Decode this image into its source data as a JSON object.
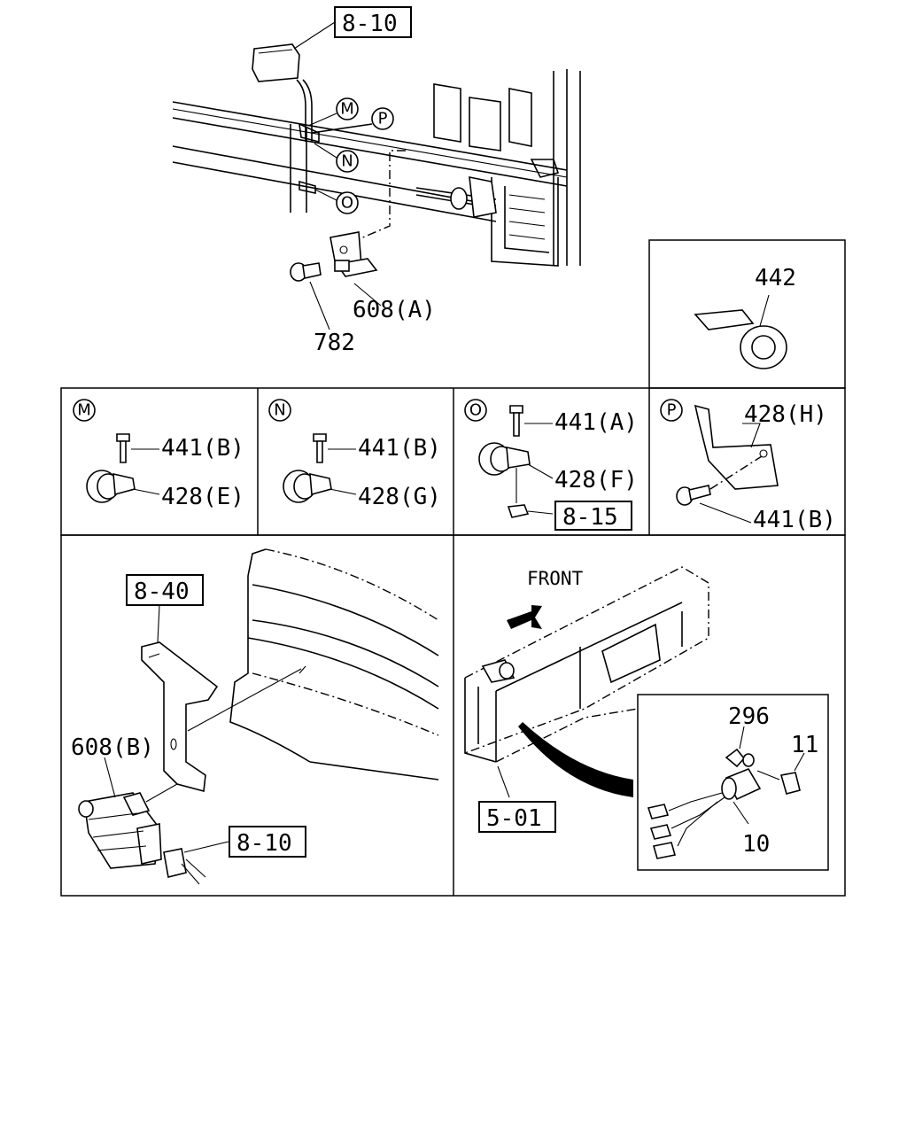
{
  "labels": {
    "ref_8_10_top": "8-10",
    "part_608a": "608(A)",
    "part_782": "782",
    "part_442": "442",
    "m_441b": "441(B)",
    "m_428e": "428(E)",
    "n_441b": "441(B)",
    "n_428g": "428(G)",
    "o_441a": "441(A)",
    "o_428f": "428(F)",
    "ref_8_15": "8-15",
    "p_428h": "428(H)",
    "p_441b": "441(B)",
    "ref_8_40": "8-40",
    "part_608b": "608(B)",
    "ref_8_10_bottom": "8-10",
    "front": "FRONT",
    "ref_5_01": "5-01",
    "part_296": "296",
    "part_11": "11",
    "part_10": "10"
  },
  "callouts": {
    "M": "M",
    "N": "N",
    "O": "O",
    "P": "P"
  }
}
